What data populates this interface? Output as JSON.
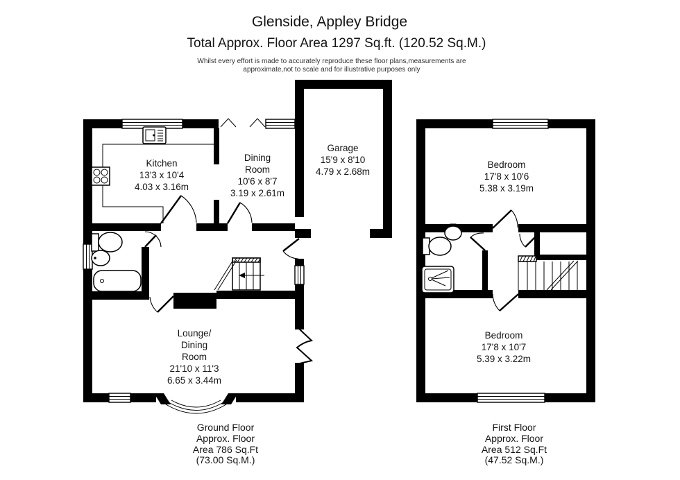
{
  "header": {
    "title": "Glenside, Appley Bridge",
    "subtitle": "Total Approx. Floor Area 1297 Sq.ft. (120.52 Sq.M.)",
    "disclaimer_line1": "Whilst every effort is made to accurately reproduce these floor plans,measurements are",
    "disclaimer_line2": "approximate,not to scale and for illustrative purposes only"
  },
  "ground_floor": {
    "rooms": {
      "kitchen": {
        "lines": [
          "Kitchen",
          "13'3 x 10'4",
          "4.03 x 3.16m"
        ]
      },
      "dining": {
        "lines": [
          "Dining",
          "Room",
          "10'6 x 8'7",
          "3.19 x 2.61m"
        ]
      },
      "garage": {
        "lines": [
          "Garage",
          "15'9 x 8'10",
          "4.79 x 2.68m"
        ]
      },
      "lounge": {
        "lines": [
          "Lounge/",
          "Dining",
          "Room",
          "21'10 x 11'3",
          "6.65 x 3.44m"
        ]
      }
    },
    "caption": {
      "lines": [
        "Ground Floor",
        "Approx. Floor",
        "Area 786 Sq.Ft",
        "(73.00 Sq.M.)"
      ]
    }
  },
  "first_floor": {
    "rooms": {
      "bedroom_front": {
        "lines": [
          "Bedroom",
          "17'8 x 10'6",
          "5.38 x 3.19m"
        ]
      },
      "bedroom_back": {
        "lines": [
          "Bedroom",
          "17'8 x 10'7",
          "5.39 x 3.22m"
        ]
      }
    },
    "caption": {
      "lines": [
        "First Floor",
        "Approx. Floor",
        "Area 512 Sq.Ft",
        "(47.52 Sq.M.)"
      ]
    }
  },
  "colors": {
    "wall": "#000000",
    "background": "#ffffff",
    "text": "#141414"
  }
}
